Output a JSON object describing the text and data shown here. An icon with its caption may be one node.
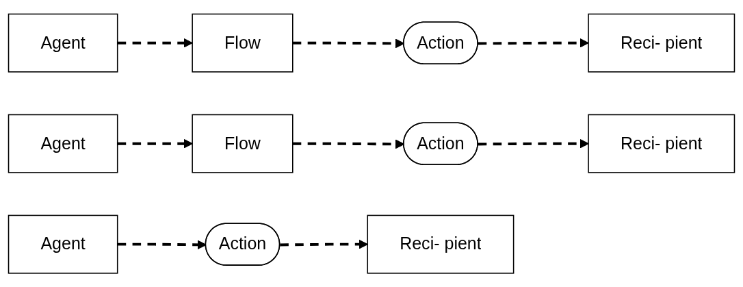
{
  "diagram": {
    "nodes": [
      {
        "text": [
          "Agent"
        ]
      },
      {
        "text": [
          "Flow"
        ]
      },
      {
        "text": [
          "Action"
        ]
      },
      {
        "text": [
          "Reci- pient"
        ]
      },
      {
        "text": [
          "Agent"
        ]
      },
      {
        "text": [
          "Flow"
        ]
      },
      {
        "text": [
          "Action"
        ]
      },
      {
        "text": [
          "Reci- pient"
        ]
      },
      {
        "text": [
          "Agent"
        ]
      },
      {
        "text": [
          "Action"
        ]
      },
      {
        "text": [
          "Reci- pient"
        ]
      }
    ],
    "edges": [
      {
        "from": 0,
        "to": 1,
        "arrow": "to",
        "style": "dashed"
      },
      {
        "from": 1,
        "to": 2,
        "arrow": "to",
        "style": "dashed"
      },
      {
        "from": 2,
        "to": 3,
        "arrow": "to",
        "style": "dashed"
      },
      {
        "from": 4,
        "to": 5,
        "arrow": "to",
        "style": "dashed"
      },
      {
        "from": 5,
        "to": 6,
        "arrow": "to",
        "style": "dashed"
      },
      {
        "from": 6,
        "to": 7,
        "arrow": "to",
        "style": "dashed"
      },
      {
        "from": 8,
        "to": 9,
        "arrow": "to",
        "style": "dashed"
      },
      {
        "from": 9,
        "to": 10,
        "arrow": "to",
        "style": "dashed"
      }
    ]
  }
}
